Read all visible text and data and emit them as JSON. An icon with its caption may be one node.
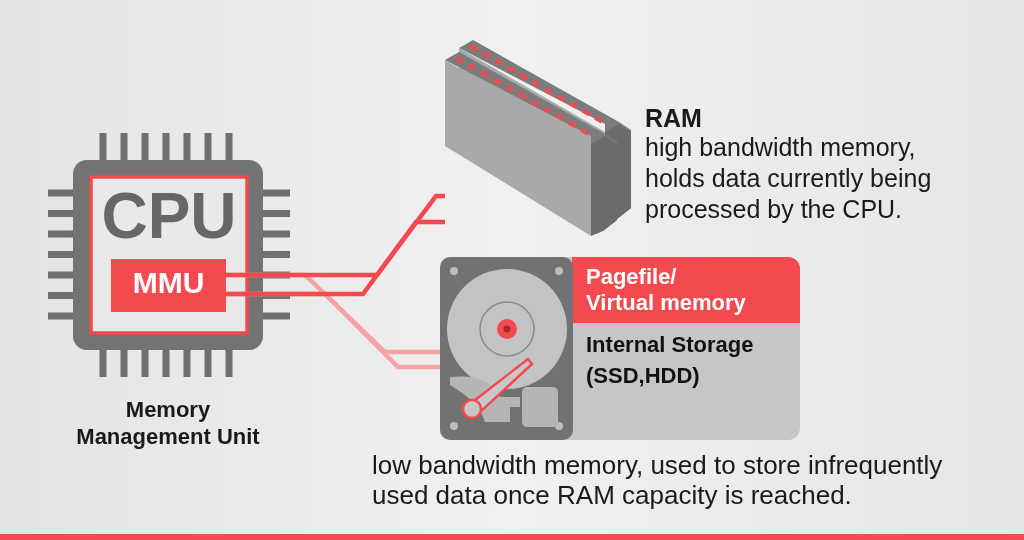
{
  "diagram": {
    "nodes": [
      {
        "text": [
          "CPU"
        ],
        "beside": [
          "Memory Management Unit"
        ]
      },
      {
        "text": [
          "MMU"
        ],
        "in": 0
      },
      {
        "text": [],
        "shape": "picture",
        "beside": [
          "RAM",
          "high bandwidth memory, holds data currently being processed by the CPU."
        ]
      },
      {
        "text": [
          "Pagefile/ Virtual memory",
          "Internal Storage (SSD,HDD)"
        ],
        "beside": [
          "low bandwidth memory, used to store infrequently used data once RAM capacity is reached."
        ]
      },
      {
        "text": [],
        "shape": "picture",
        "in": 3
      }
    ],
    "edges": [
      {
        "from": 1,
        "to": 4,
        "arrow": "none",
        "color": "#f5a3a5"
      },
      {
        "from": 1,
        "to": 4,
        "arrow": "none",
        "color": "#f5a3a5"
      },
      {
        "from": 1,
        "to": 2,
        "arrow": "none"
      },
      {
        "from": 1,
        "to": 2,
        "arrow": "none"
      }
    ]
  }
}
